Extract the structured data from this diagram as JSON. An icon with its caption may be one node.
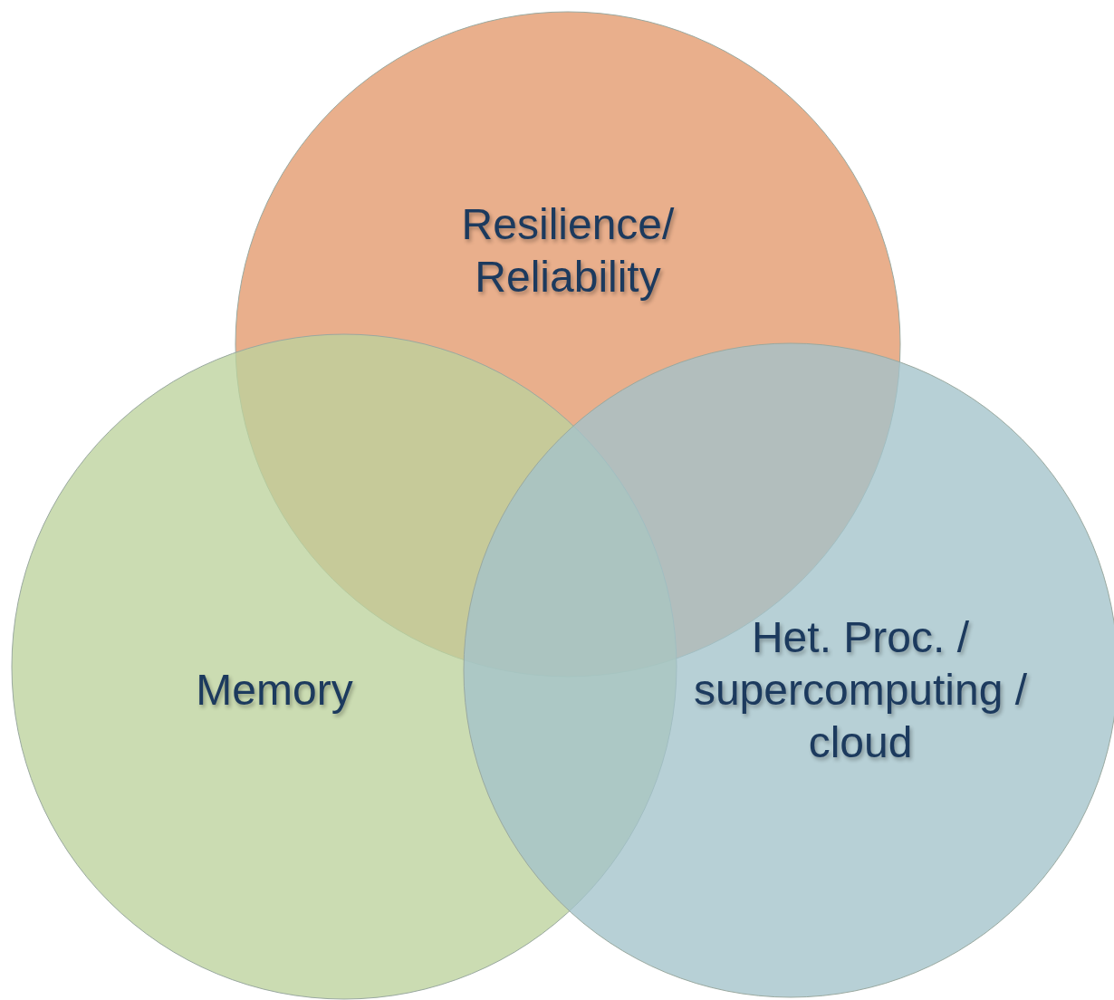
{
  "diagram": {
    "nodes": [
      {
        "text": [
          "Resilience/ Reliability"
        ]
      },
      {
        "text": [
          "Memory"
        ]
      },
      {
        "text": [
          "Het. Proc. / supercomputing / cloud"
        ]
      }
    ]
  }
}
